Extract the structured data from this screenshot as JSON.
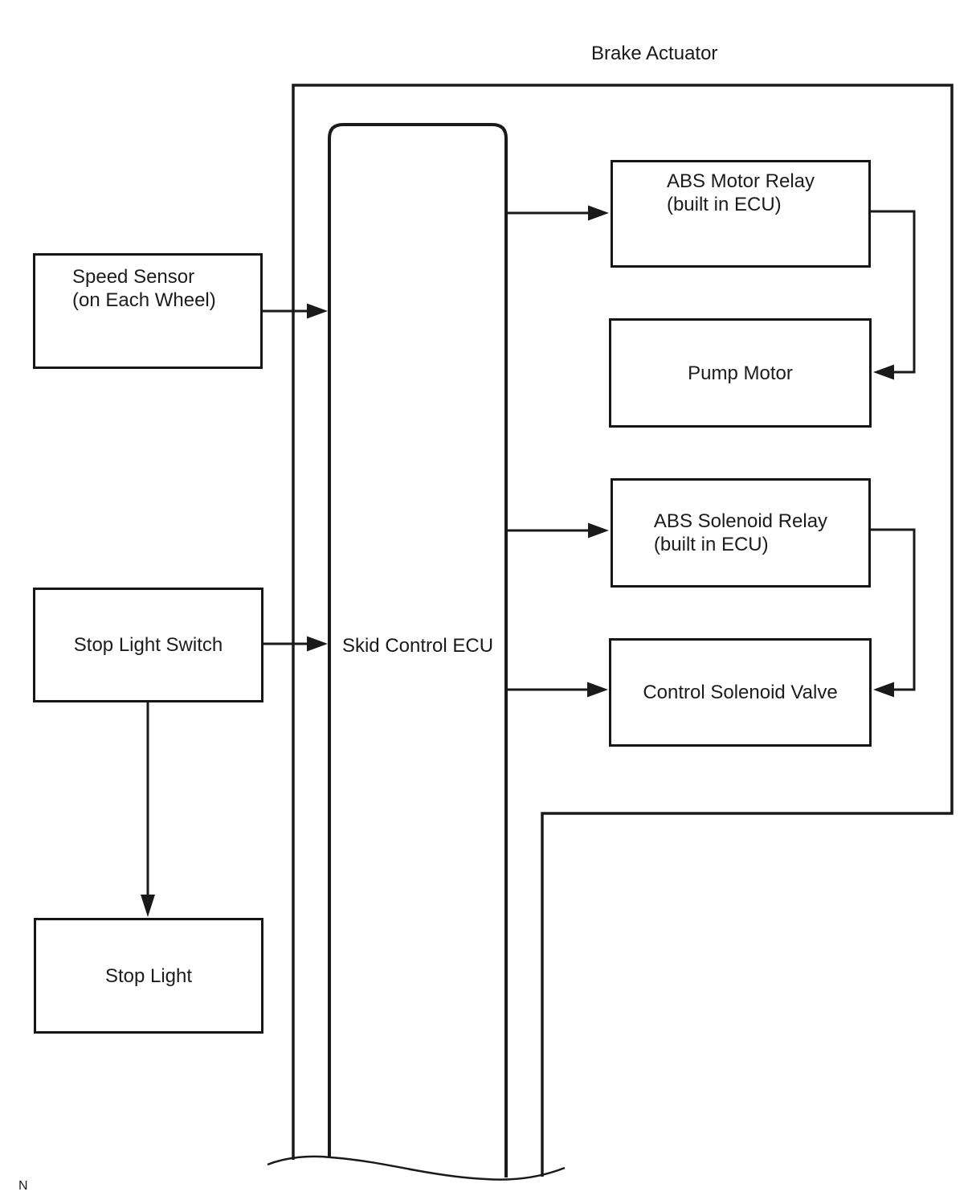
{
  "title": "Brake Actuator",
  "corner_label": "N",
  "colors": {
    "background": "#ffffff",
    "line": "#1a1a1a",
    "text": "#1c1c1c"
  },
  "nodes": {
    "speed_sensor": {
      "line1": "Speed Sensor",
      "line2": "(on Each Wheel)"
    },
    "stop_light_switch": {
      "label": "Stop Light Switch"
    },
    "stop_light": {
      "label": "Stop Light"
    },
    "skid_control_ecu": {
      "label": "Skid Control ECU"
    },
    "abs_motor_relay": {
      "line1": "ABS Motor Relay",
      "line2": "(built in ECU)"
    },
    "pump_motor": {
      "label": "Pump Motor"
    },
    "abs_solenoid_relay": {
      "line1": "ABS Solenoid Relay",
      "line2": "(built in ECU)"
    },
    "control_solenoid_valve": {
      "label": "Control Solenoid Valve"
    }
  },
  "connections": [
    {
      "from": "Speed Sensor (on Each Wheel)",
      "to": "Skid Control ECU"
    },
    {
      "from": "Stop Light Switch",
      "to": "Skid Control ECU"
    },
    {
      "from": "Stop Light Switch",
      "to": "Stop Light"
    },
    {
      "from": "Skid Control ECU",
      "to": "ABS Motor Relay (built in ECU)"
    },
    {
      "from": "ABS Motor Relay (built in ECU)",
      "to": "Pump Motor"
    },
    {
      "from": "Skid Control ECU",
      "to": "ABS Solenoid Relay (built in ECU)"
    },
    {
      "from": "Skid Control ECU",
      "to": "Control Solenoid Valve"
    },
    {
      "from": "ABS Solenoid Relay (built in ECU)",
      "to": "Control Solenoid Valve"
    }
  ]
}
